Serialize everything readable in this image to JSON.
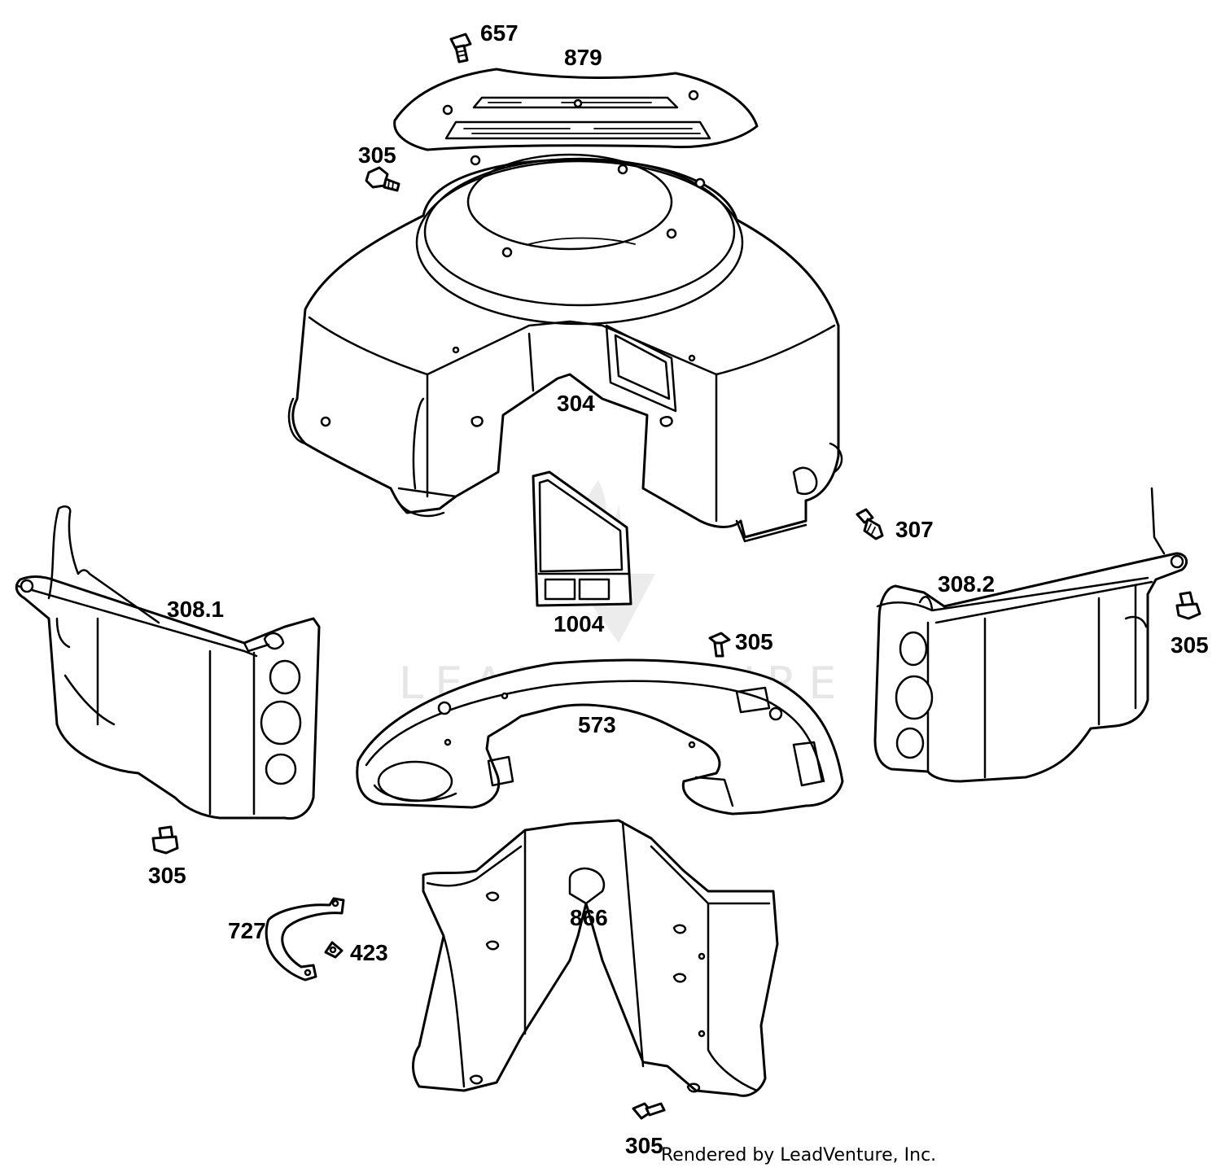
{
  "diagram": {
    "watermark_text": "LEADVENTURE",
    "credit": "Rendered by LeadVenture, Inc.",
    "callouts": {
      "c657": "657",
      "c879": "879",
      "c305_top": "305",
      "c304": "304",
      "c307": "307",
      "c1004": "1004",
      "c308_1": "308.1",
      "c308_2": "308.2",
      "c305_right": "305",
      "c305_mid": "305",
      "c573": "573",
      "c305_left": "305",
      "c727": "727",
      "c423": "423",
      "c866": "866",
      "c305_bottom": "305"
    }
  }
}
